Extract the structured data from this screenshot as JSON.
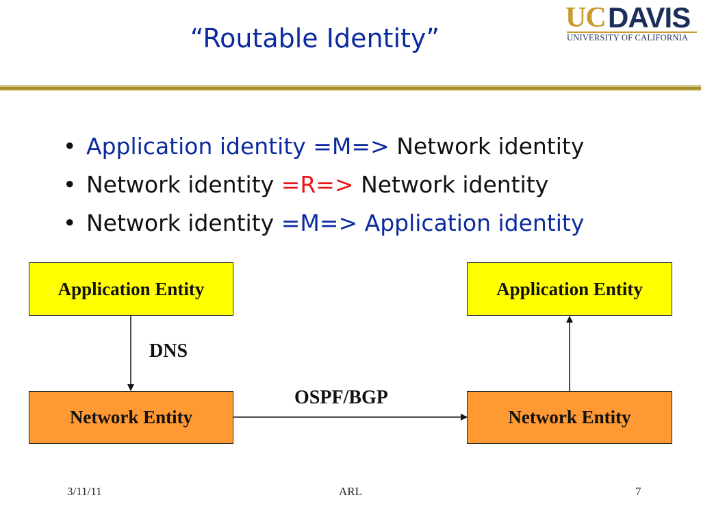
{
  "slide": {
    "title": "“Routable Identity”",
    "logo": {
      "uc": "UC",
      "davis": "DAVIS",
      "subtitle": "UNIVERSITY OF CALIFORNIA"
    },
    "bullets": [
      {
        "parts": [
          "Application identity =M=>",
          " Network identity"
        ]
      },
      {
        "parts": [
          "Network identity ",
          "=R=>",
          " Network identity"
        ]
      },
      {
        "parts": [
          "Network identity ",
          "=M=>",
          " Application identity"
        ]
      }
    ],
    "diagram": {
      "left_app": "Application Entity",
      "right_app": "Application Entity",
      "left_net": "Network Entity",
      "right_net": "Network Entity",
      "dns_label": "DNS",
      "route_label": "OSPF/BGP"
    },
    "footer": {
      "date": "3/11/11",
      "center": "ARL",
      "page": "7"
    },
    "colors": {
      "title": "#0b2a9e",
      "accent_red": "#e8161b",
      "app_box": "#ffff00",
      "net_box": "#ff9933",
      "rule": "#a98d2a"
    }
  }
}
